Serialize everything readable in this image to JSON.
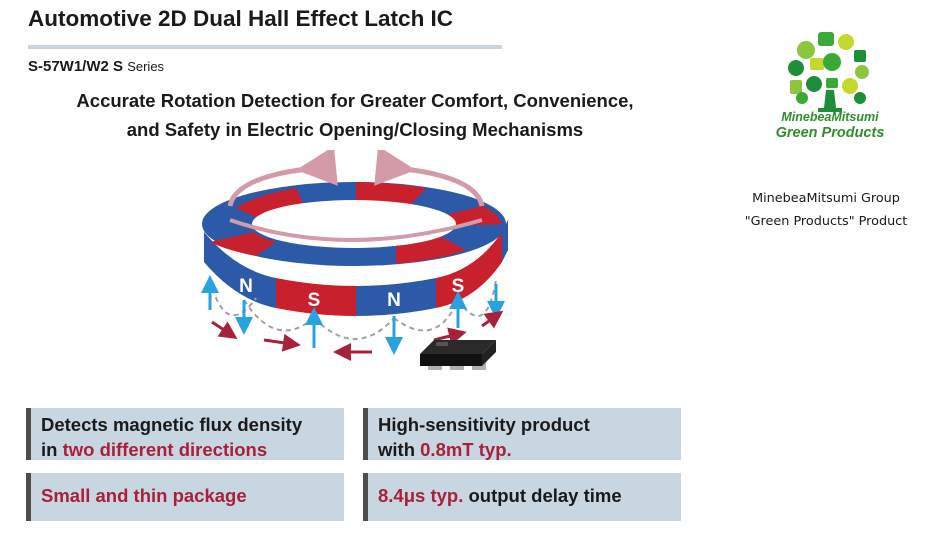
{
  "header": {
    "title": "Automotive 2D Dual Hall Effect Latch IC",
    "series_code": "S-57W1/W2 S",
    "series_word": "Series",
    "headline_line1": "Accurate Rotation Detection for Greater Comfort, Convenience,",
    "headline_line2": "and Safety in Electric Opening/Closing Mechanisms"
  },
  "logo": {
    "brand": "MinebeaMitsumi",
    "tagline": "Green Products",
    "caption_line1": "MinebeaMitsumi Group",
    "caption_line2": "\"Green Products\" Product"
  },
  "illustration": {
    "poles": [
      "N",
      "S",
      "N",
      "S"
    ],
    "colors": {
      "north": "#c8202c",
      "south": "#2c5aa8",
      "arrow": "#29a3e0",
      "rotation": "#d39aa8"
    }
  },
  "features": {
    "box1_pre": "Detects magnetic flux density",
    "box1_in": "in ",
    "box1_accent": "two different directions",
    "box2_pre": "High-sensitivity product",
    "box2_with": "with ",
    "box2_accent": "0.8mT typ.",
    "box3_accent": "Small and thin package",
    "box4_accent": "8.4μs typ.",
    "box4_rest": " output delay time"
  },
  "colors": {
    "accent": "#a8213a",
    "box_bg": "#c8d6e2",
    "box_bar": "#4d4d4d",
    "logo_green": "#2f8f2a"
  }
}
